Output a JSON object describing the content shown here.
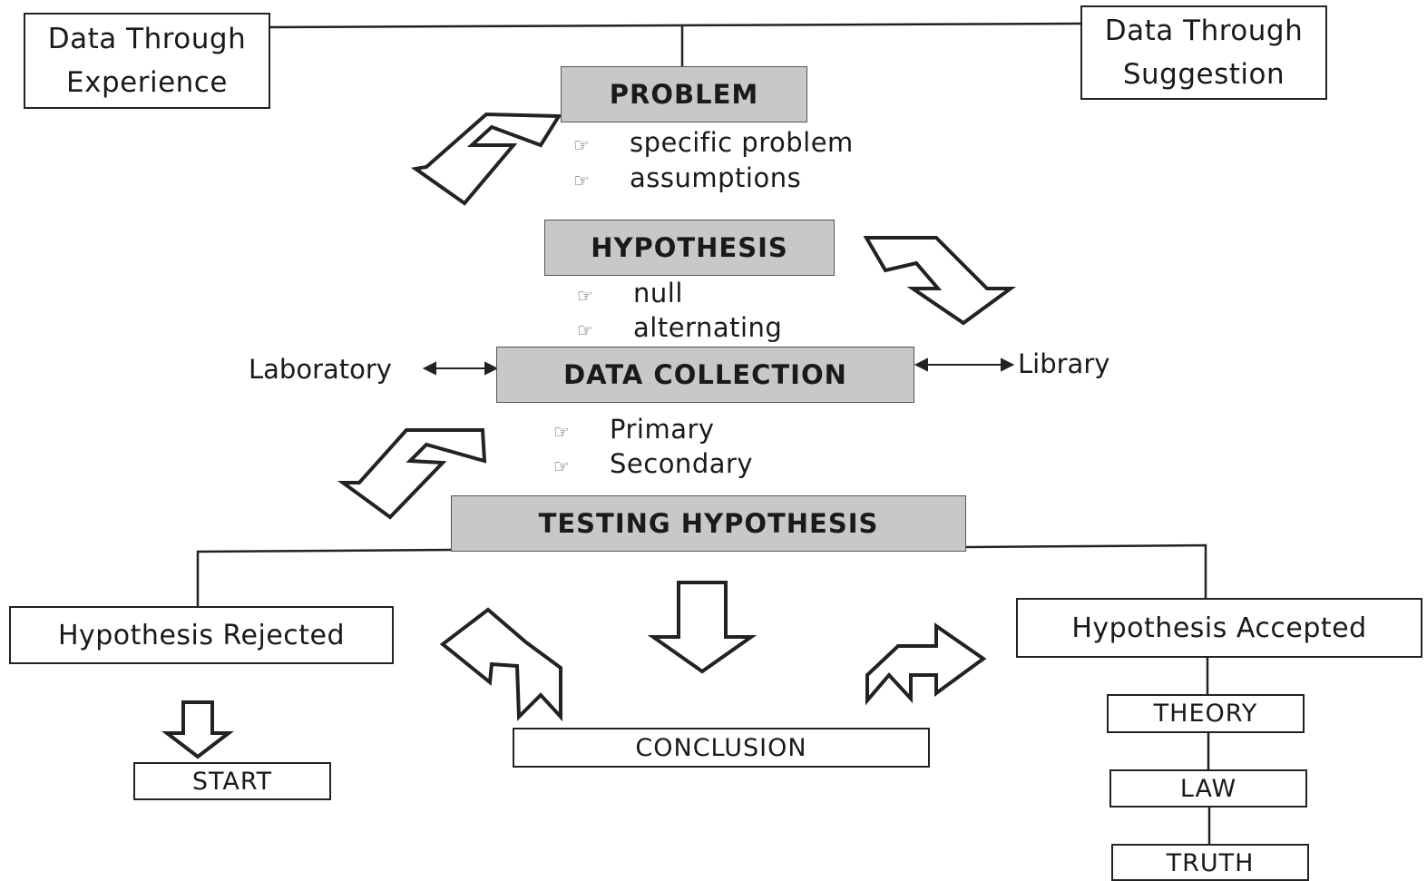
{
  "nodes": {
    "data_experience": "Data Through Experience",
    "data_experience_l1": "Data Through",
    "data_experience_l2": "Experience",
    "data_suggestion_l1": "Data Through",
    "data_suggestion_l2": "Suggestion",
    "problem": "PROBLEM",
    "hypothesis": "HYPOTHESIS",
    "data_collection": "DATA COLLECTION",
    "testing_hypothesis": "TESTING HYPOTHESIS",
    "hypothesis_rejected": "Hypothesis Rejected",
    "hypothesis_accepted": "Hypothesis Accepted",
    "conclusion": "CONCLUSION",
    "start": "START",
    "theory": "THEORY",
    "law": "LAW",
    "truth": "TRUTH"
  },
  "side_labels": {
    "laboratory": "Laboratory",
    "library": "Library"
  },
  "problem_bullets": [
    "specific problem",
    "assumptions"
  ],
  "hypothesis_bullets": [
    "null",
    "alternating"
  ],
  "data_collection_bullets": [
    "Primary",
    "Secondary"
  ],
  "bullet_icon": "pointing-hand-icon"
}
